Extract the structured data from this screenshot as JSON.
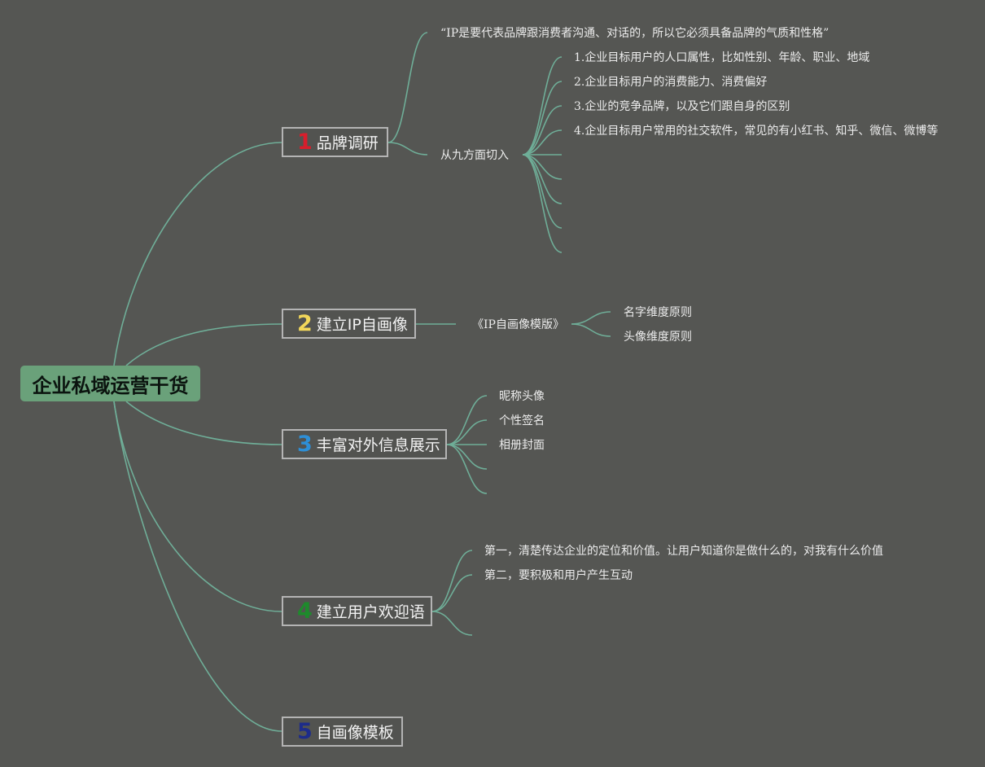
{
  "root": {
    "label": "企业私域运营干货"
  },
  "line_color": "#6fae98",
  "branches": [
    {
      "number": "1",
      "number_color": "#d81e2c",
      "label": "品牌调研",
      "children": [
        {
          "label": "“IP是要代表品牌跟消费者沟通、对话的，所以它必须具备品牌的气质和性格”"
        },
        {
          "label": "从九方面切入",
          "children": [
            "1.企业目标用户的人口属性，比如性别、年龄、职业、地域",
            "2.企业目标用户的消费能力、消费偏好",
            "3.企业的竞争品牌，以及它们跟自身的区别",
            "4.企业目标用户常用的社交软件，常见的有小红书、知乎、微信、微博等",
            "",
            "",
            "",
            "",
            ""
          ]
        }
      ]
    },
    {
      "number": "2",
      "number_color": "#f2d75a",
      "label": "建立IP自画像",
      "children": [
        {
          "label": "《IP自画像模版》",
          "children": [
            "名字维度原则",
            "头像维度原则"
          ]
        }
      ]
    },
    {
      "number": "3",
      "number_color": "#2e8fd6",
      "label": "丰富对外信息展示",
      "children": [
        "昵称头像",
        "个性签名",
        "相册封面",
        "",
        ""
      ]
    },
    {
      "number": "4",
      "number_color": "#1e8a2c",
      "label": "建立用户欢迎语",
      "children": [
        "第一，清楚传达企业的定位和价值。让用户知道你是做什么的，对我有什么价值",
        "第二，要积极和用户产生互动",
        ""
      ]
    },
    {
      "number": "5",
      "number_color": "#1d2c8a",
      "label": "自画像模板",
      "children": []
    }
  ]
}
